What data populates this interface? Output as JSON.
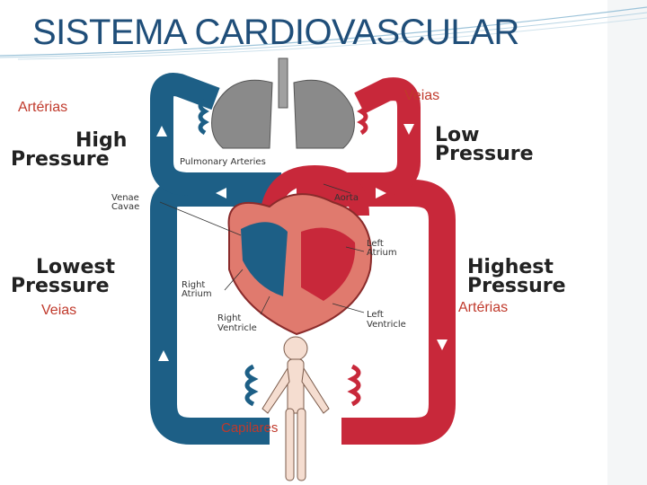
{
  "title": "SISTEMA CARDIOVASCULAR",
  "labels": {
    "arterias_top": "Artérias",
    "veias_top": "Veias",
    "veias_left": "Veias",
    "arterias_right": "Artérias",
    "capilares": "Capilares"
  },
  "pressure": {
    "high_line1": "High",
    "high_line2": "Pressure",
    "low_line1": "Low",
    "low_line2": "Pressure",
    "lowest_line1": "Lowest",
    "lowest_line2": "Pressure",
    "highest_line1": "Highest",
    "highest_line2": "Pressure"
  },
  "anatomy": {
    "pulmonary_arteries": "Pulmonary Arteries",
    "venae_cavae_1": "Venae",
    "venae_cavae_2": "Cavae",
    "aorta": "Aorta",
    "left_atrium_1": "Left",
    "left_atrium_2": "Atrium",
    "right_atrium_1": "Right",
    "right_atrium_2": "Atrium",
    "right_ventricle_1": "Right",
    "right_ventricle_2": "Ventricle",
    "left_ventricle_1": "Left",
    "left_ventricle_2": "Ventricle"
  },
  "colors": {
    "title": "#1f4e79",
    "label_red": "#c0392b",
    "oxygenated": "#c8283a",
    "deoxygenated": "#1d5f86",
    "heart": "#e07a6e",
    "lungs": "#8a8a8a",
    "body": "#f5ddd0"
  }
}
